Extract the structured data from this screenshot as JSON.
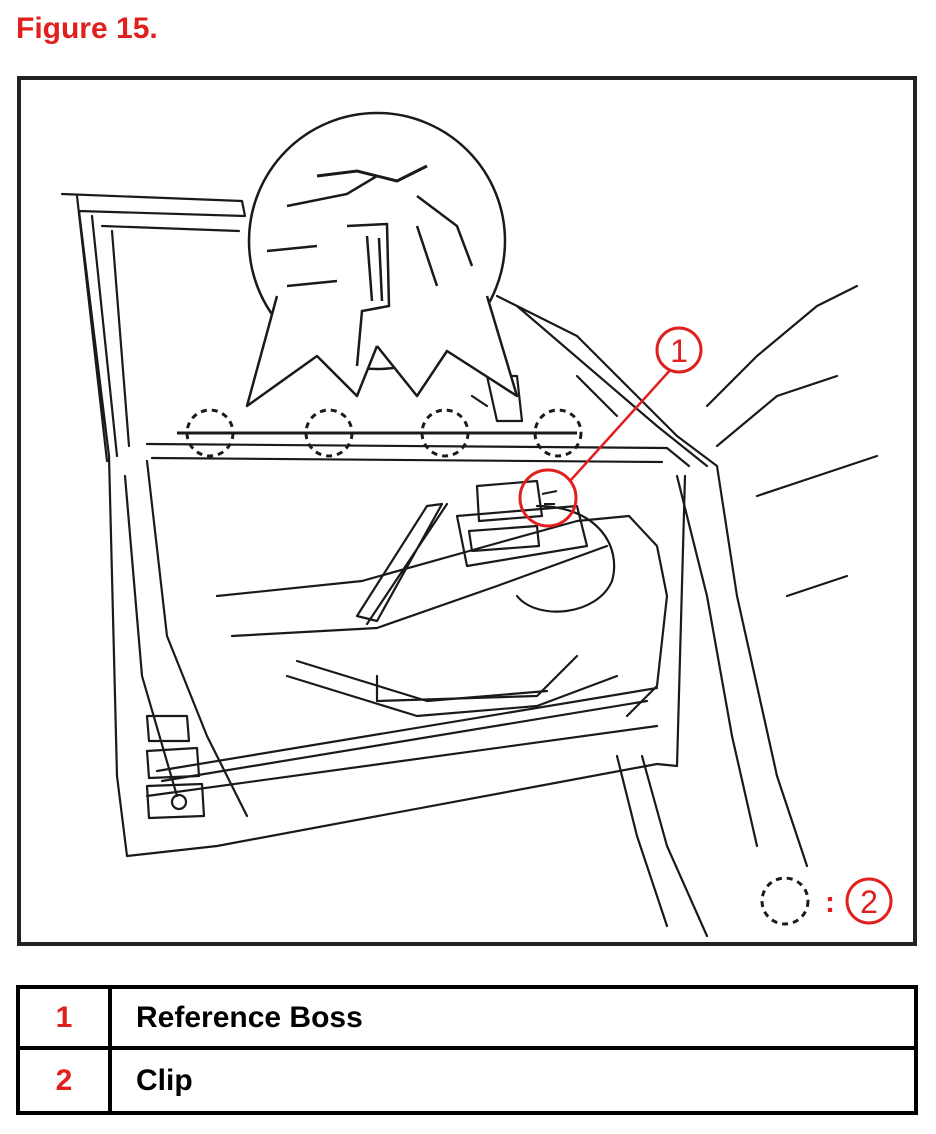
{
  "figure": {
    "title": "Figure 15."
  },
  "diagram": {
    "callout_1": "1",
    "callout_2": "2",
    "callout_separator": ":",
    "colors": {
      "line": "#1a1a1a",
      "callout": "#e0201f"
    },
    "icons": [
      "clip-marker-icon",
      "reference-boss-marker-icon",
      "magnified-clip-detail-icon"
    ]
  },
  "legend": {
    "rows": [
      {
        "number": "1",
        "label": "Reference Boss"
      },
      {
        "number": "2",
        "label": "Clip"
      }
    ]
  }
}
